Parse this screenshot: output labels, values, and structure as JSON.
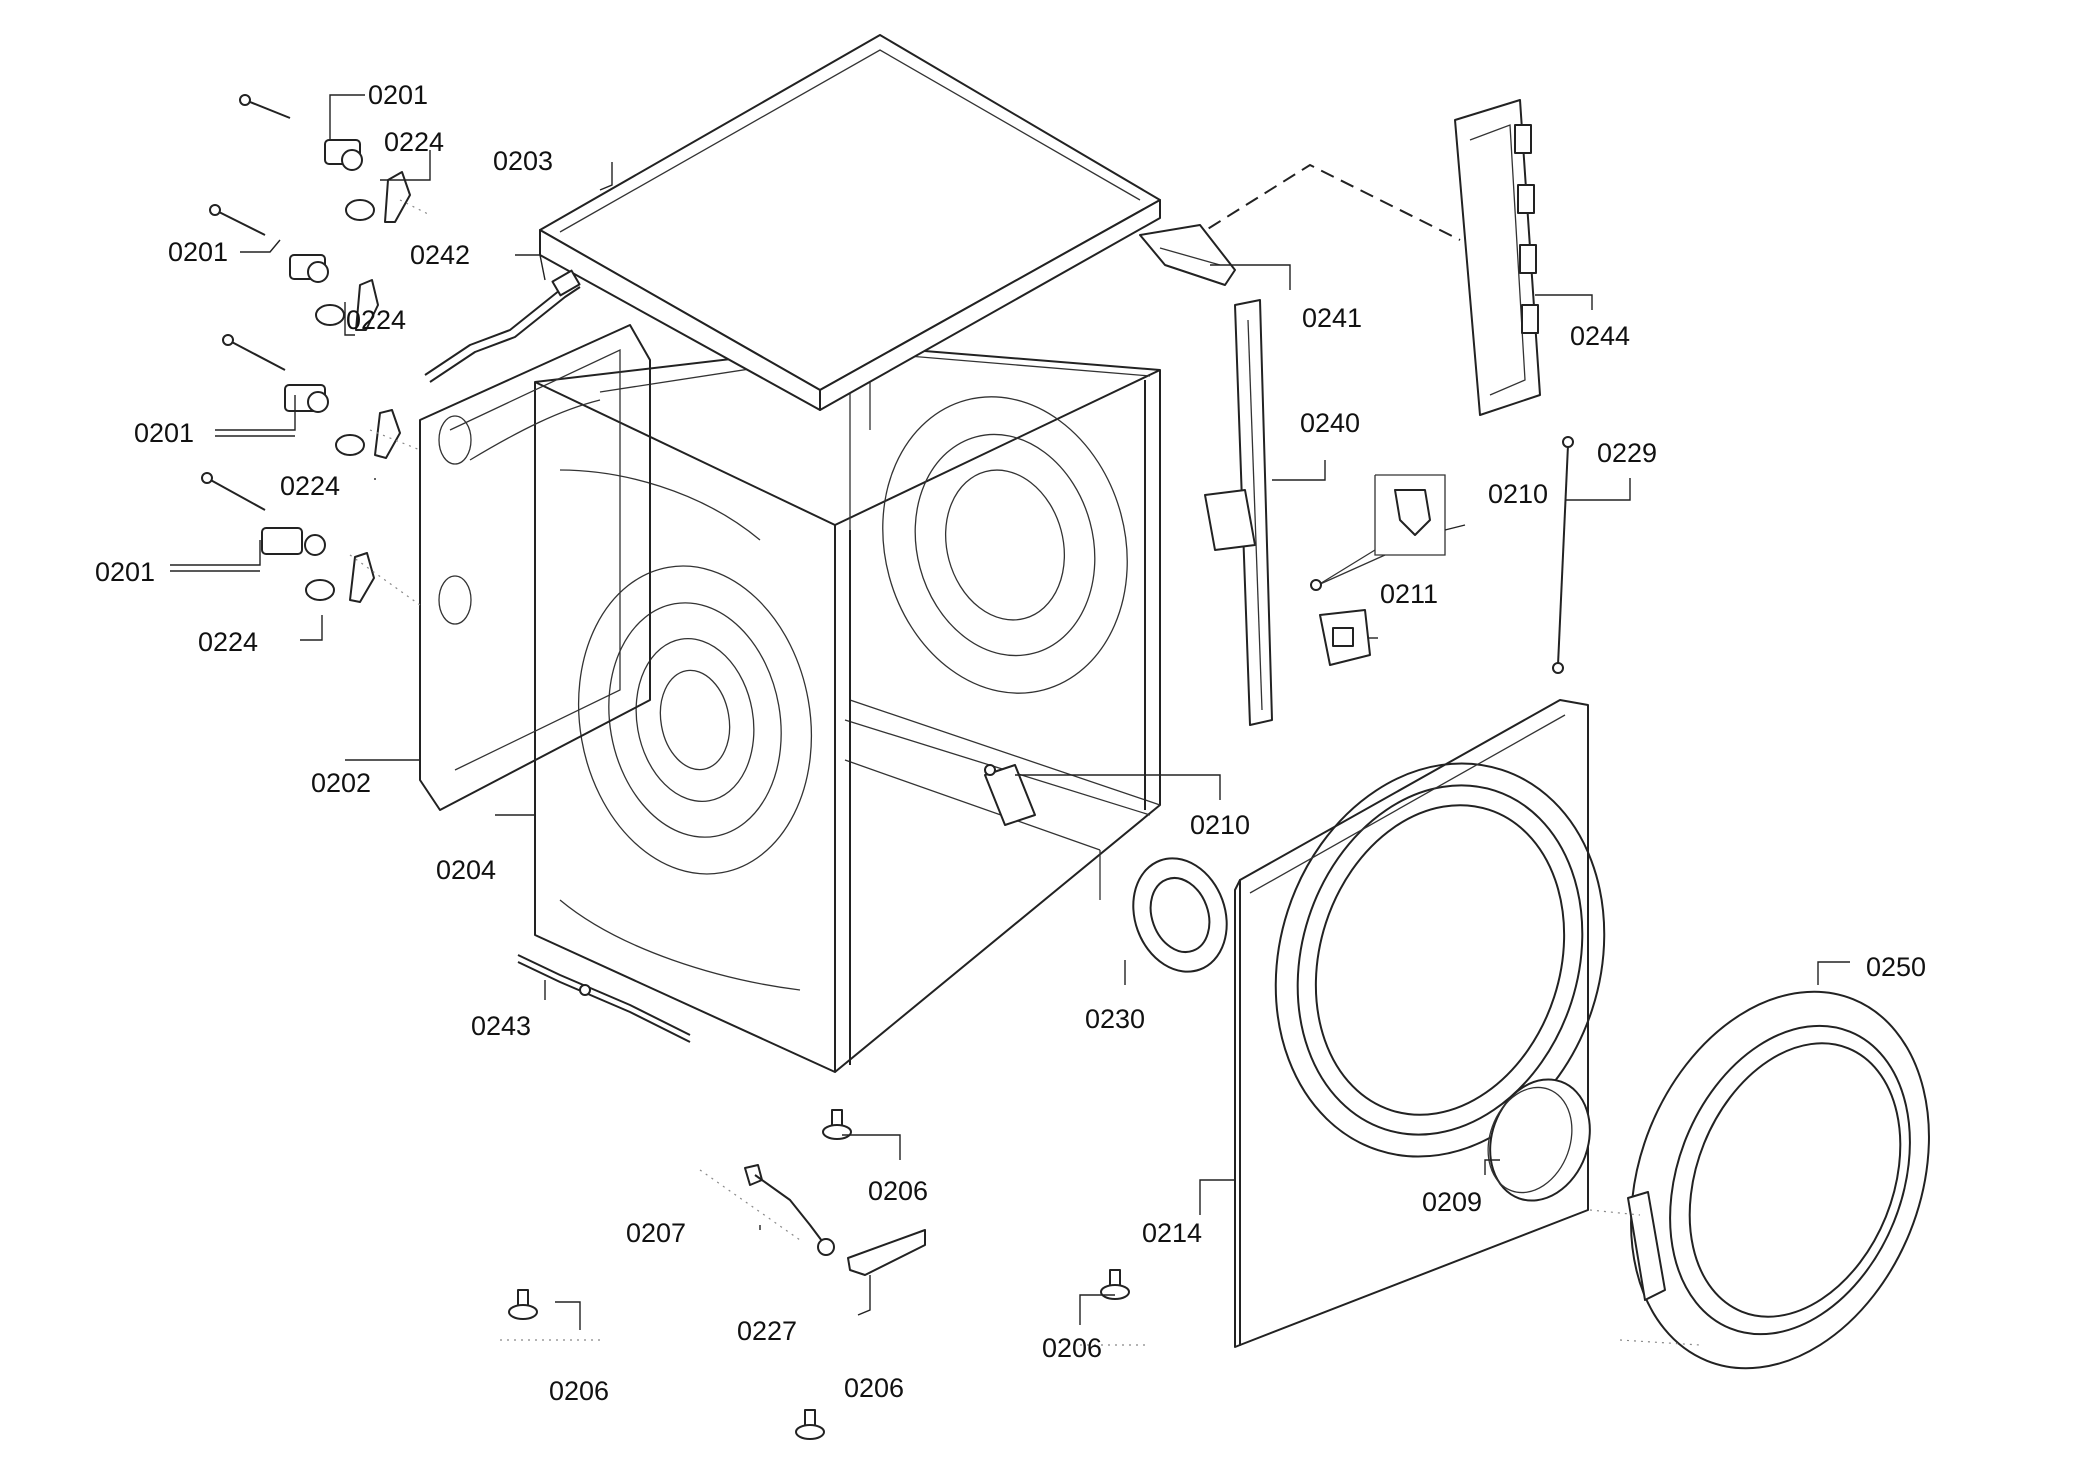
{
  "labels": [
    {
      "id": "a1",
      "text": "0201"
    },
    {
      "id": "a2",
      "text": "0224"
    },
    {
      "id": "a3",
      "text": "0203"
    },
    {
      "id": "a4",
      "text": "0201"
    },
    {
      "id": "a5",
      "text": "0242"
    },
    {
      "id": "a6",
      "text": "0224"
    },
    {
      "id": "a7",
      "text": "0201"
    },
    {
      "id": "a8",
      "text": "0224"
    },
    {
      "id": "a9",
      "text": "0201"
    },
    {
      "id": "a10",
      "text": "0224"
    },
    {
      "id": "a11",
      "text": "0202"
    },
    {
      "id": "a12",
      "text": "0204"
    },
    {
      "id": "a13",
      "text": "0243"
    },
    {
      "id": "a14",
      "text": "0241"
    },
    {
      "id": "a15",
      "text": "0244"
    },
    {
      "id": "a16",
      "text": "0240"
    },
    {
      "id": "a17",
      "text": "0229"
    },
    {
      "id": "a18",
      "text": "0210"
    },
    {
      "id": "a19",
      "text": "0211"
    },
    {
      "id": "a20",
      "text": "0210"
    },
    {
      "id": "a21",
      "text": "0230"
    },
    {
      "id": "a22",
      "text": "0250"
    },
    {
      "id": "a23",
      "text": "0206"
    },
    {
      "id": "a24",
      "text": "0207"
    },
    {
      "id": "a25",
      "text": "0227"
    },
    {
      "id": "a26",
      "text": "0206"
    },
    {
      "id": "a27",
      "text": "0206"
    },
    {
      "id": "a28",
      "text": "0206"
    },
    {
      "id": "a29",
      "text": "0214"
    },
    {
      "id": "a30",
      "text": "0209"
    }
  ]
}
